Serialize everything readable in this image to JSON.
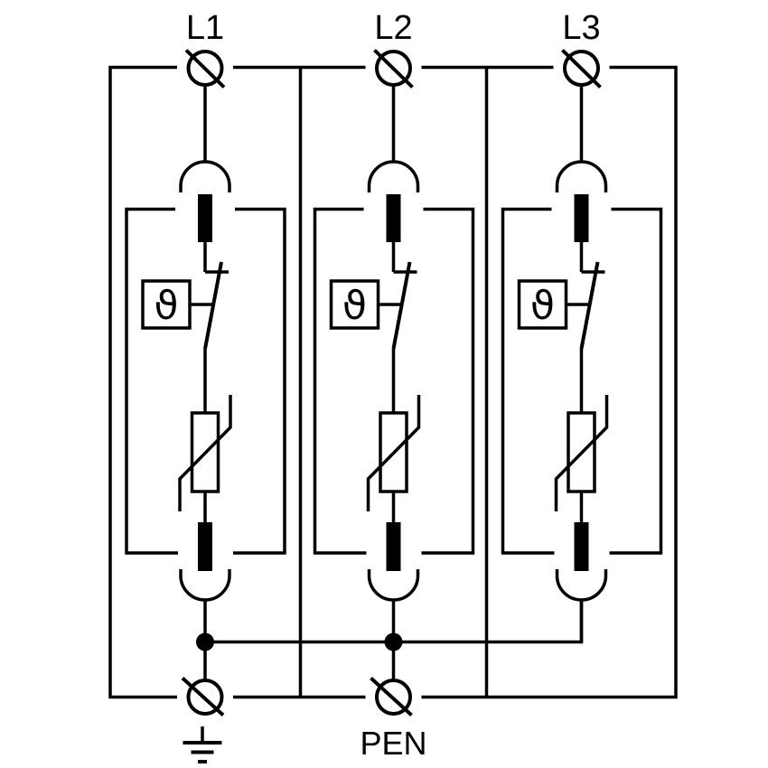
{
  "colors": {
    "line": "#000000",
    "background": "#ffffff"
  },
  "phases": [
    {
      "label": "L1"
    },
    {
      "label": "L2"
    },
    {
      "label": "L3"
    }
  ],
  "labels": {
    "pen": "PEN"
  },
  "symbols": {
    "thermal_disconnect_glyph": "ϑ"
  }
}
